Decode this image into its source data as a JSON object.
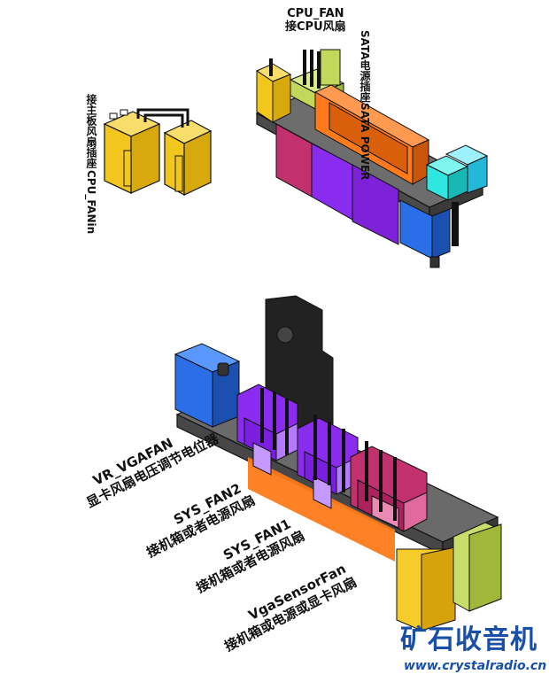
{
  "labels": {
    "cpu_fanin_line1": "CPU_FANin",
    "cpu_fanin_line2": "接主板风扇插座",
    "cpu_fan_line1": "CPU_FAN",
    "cpu_fan_line2": "接CPU风扇",
    "sata_line1": "SATA POWER",
    "sata_line2": "SATA电源插座",
    "vr_vgafan_line1": "VR_VGAFAN",
    "vr_vgafan_line2": "显卡风扇电压调节电位器",
    "sys_fan2_line1": "SYS_FAN2",
    "sys_fan2_line2": "接机箱或者电源风扇",
    "sys_fan1_line1": "SYS_FAN1",
    "sys_fan1_line2": "接机箱或者电源风扇",
    "vgasensor_line1": "VgaSensorFan",
    "vgasensor_line2": "接机箱或电源或显卡风扇"
  },
  "watermark": {
    "cn": "矿石收音机",
    "url": "www.crystalradio.cn"
  },
  "colors": {
    "yellow": "#f5cc2a",
    "orange": "#ff7a1a",
    "purple": "#8a2cf0",
    "magenta": "#c23478",
    "blue": "#2b6fe8",
    "cyan": "#2fe6e0",
    "board": "#555555",
    "brand_blue": "#1a4fa8"
  }
}
